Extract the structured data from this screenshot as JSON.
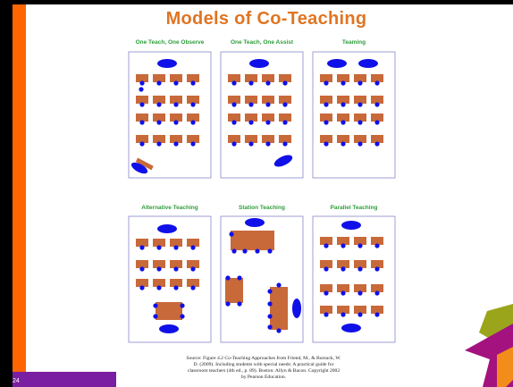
{
  "slide": {
    "title": "Models of Co-Teaching",
    "page_number": "24",
    "source_lines": [
      "Source: Figure 4.2 Co-Teaching Approaches from Friend, M., & Bursuck, W.",
      "D. (2009). Including students with special needs: A practical guide for",
      "classroom teachers (4th ed., p. 89). Boston: Allyn & Bacon. Copyright 2002",
      "by Pearson Education."
    ],
    "colors": {
      "accent_orange": "#FF6600",
      "title": "#E07523",
      "label_green": "#2E9E3A",
      "desk": "#C8693A",
      "person": "#1010E8",
      "frame": "#8888CC",
      "footer_bar": "#7B1FA2",
      "decor_olive": "#9AA51B",
      "decor_magenta": "#A3127F",
      "decor_orange": "#F28C1B"
    }
  },
  "panels": [
    {
      "key": "one-teach-one-observe",
      "label": "One Teach, One Observe"
    },
    {
      "key": "one-teach-one-assist",
      "label": "One Teach, One Assist"
    },
    {
      "key": "teaming",
      "label": "Teaming"
    },
    {
      "key": "alternative-teaching",
      "label": "Alternative Teaching"
    },
    {
      "key": "station-teaching",
      "label": "Station Teaching"
    },
    {
      "key": "parallel-teaching",
      "label": "Parallel Teaching"
    }
  ]
}
